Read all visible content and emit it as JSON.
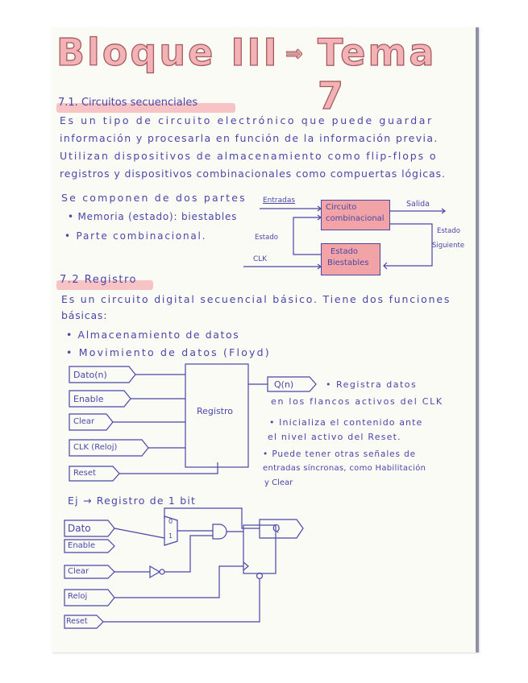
{
  "title": {
    "left": "Bloque III",
    "arrow": "⇒",
    "right": "Tema 7"
  },
  "section1": {
    "heading": "7.1. Circuitos secuenciales",
    "lines": [
      "Es un tipo de circuito electrónico que puede guardar",
      "información y procesarla en función de la información previa.",
      "Utilizan dispositivos de almacenamiento como flip-flops o",
      "registros y dispositivos combinacionales como compuertas lógicas."
    ],
    "intro": "Se componen de dos partes",
    "bullets": [
      "• Memoria (estado): biestables",
      "• Parte combinacional."
    ],
    "diagram": {
      "box1": [
        "Circuito",
        "combinacional"
      ],
      "box2": [
        "Estado",
        "Biestables"
      ],
      "entradas": "Entradas",
      "salida": "Salida",
      "estado": "Estado",
      "estado_siguiente": [
        "Estado",
        "Siguiente"
      ],
      "clk": "CLK",
      "colors": {
        "ink": "#4a46a8",
        "box_fill": "#f2a3a6"
      }
    }
  },
  "section2": {
    "heading": "7.2 Registro",
    "lines": [
      "Es un circuito digital secuencial básico. Tiene dos funciones",
      "básicas:"
    ],
    "bullets": [
      "• Almacenamiento de datos",
      "• Movimiento de datos (Floyd)"
    ],
    "diagram": {
      "inputs": [
        "Dato(n)",
        "Enable",
        "Clear",
        "CLK (Reloj)",
        "Reset"
      ],
      "block": "Registro",
      "output": "Q(n)"
    },
    "notes": [
      "• Registra datos",
      "en los flancos activos del CLK",
      "• Inicializa el contenido ante",
      "el nivel activo del Reset.",
      "• Puede tener otras señales de",
      "entradas síncronas, como Habilitación",
      "y Clear"
    ]
  },
  "example": {
    "label": "Ej → Registro de 1 bit",
    "inputs": [
      "Dato",
      "Enable",
      "Clear",
      "Reloj",
      "Reset"
    ],
    "output": "Q",
    "mux_labels": [
      "0",
      "1"
    ]
  }
}
